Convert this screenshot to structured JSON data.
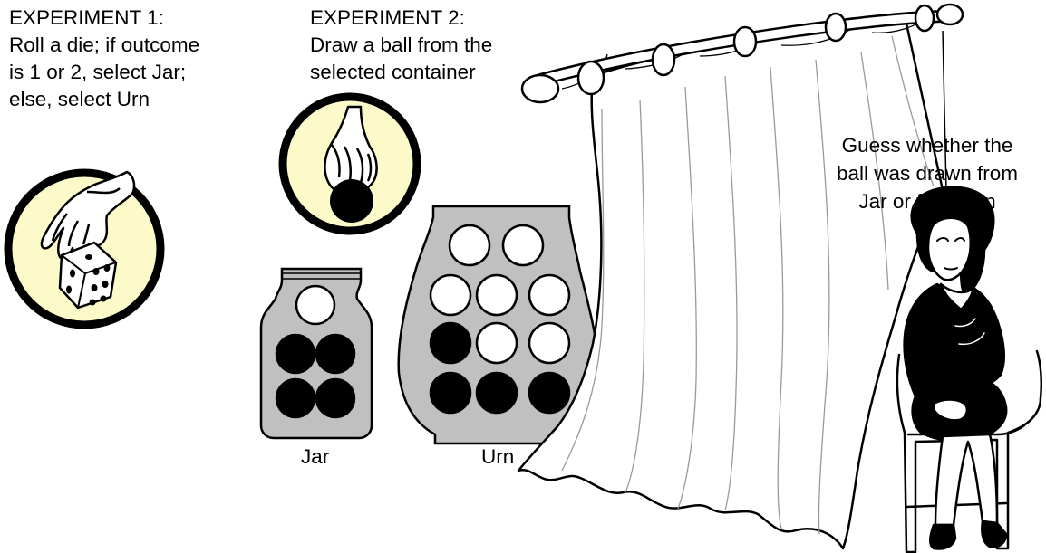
{
  "experiment1": {
    "lines": [
      "EXPERIMENT 1:",
      "Roll a die; if outcome",
      "is 1 or 2, select Jar;",
      "else, select Urn"
    ]
  },
  "experiment2": {
    "lines": [
      "EXPERIMENT 2:",
      "Draw a ball from the",
      "selected container"
    ]
  },
  "guess": {
    "lines": [
      "Guess whether the",
      "ball was drawn from",
      "Jar or from Urn"
    ]
  },
  "jar": {
    "label": "Jar",
    "balls": [
      "white",
      "black",
      "black",
      "black",
      "black"
    ]
  },
  "urn": {
    "label": "Urn",
    "balls": [
      "white",
      "white",
      "white",
      "white",
      "white",
      "black",
      "white",
      "white",
      "black",
      "black",
      "black"
    ]
  },
  "colors": {
    "background": "#ffffff",
    "container_fill": "#c0c0c0",
    "medallion_fill": "#fcfac8",
    "ball_white": "#ffffff",
    "ball_black": "#000000",
    "outline": "#000000"
  }
}
